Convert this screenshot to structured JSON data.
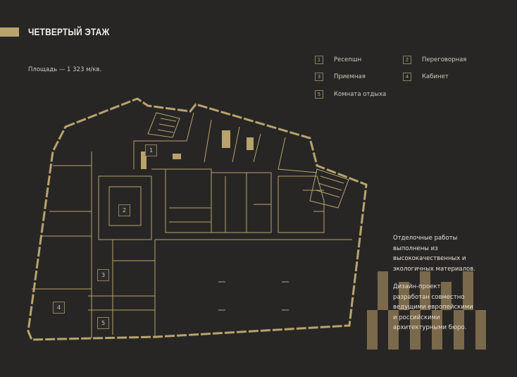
{
  "header": {
    "title": "ЧЕТВЕРТЫЙ ЭТАЖ",
    "area": "Площадь — 1 323 м/кв."
  },
  "legend": [
    {
      "num": "1",
      "label": "Ресепшн"
    },
    {
      "num": "2",
      "label": "Переговорная"
    },
    {
      "num": "3",
      "label": "Приемная"
    },
    {
      "num": "4",
      "label": "Кабинет"
    },
    {
      "num": "5",
      "label": "Комната отдыха"
    }
  ],
  "notes": {
    "p1": [
      "Отделочные работы",
      "выполнены из",
      "высококачественных и",
      "экологичных материалов."
    ],
    "p2": [
      "Дизайн-проект",
      "разработан совместно",
      "ведущими европейскими",
      "и российскими",
      "архитектурными бюро."
    ]
  },
  "colors": {
    "background": "#272625",
    "accent": "#b9a36d"
  }
}
